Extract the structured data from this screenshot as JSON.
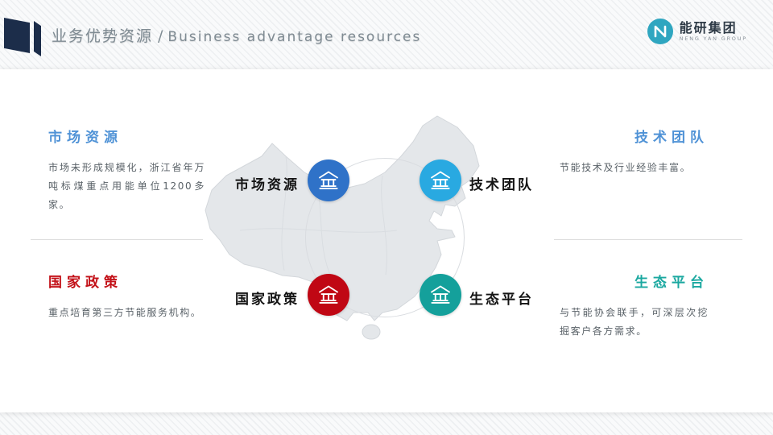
{
  "header": {
    "title_zh": "业务优势资源",
    "separator": "/",
    "title_en": "Business advantage resources",
    "logo": {
      "name_zh": "能研集团",
      "name_en": "NENG YAN GROUP",
      "icon": "logo-swoosh-icon",
      "color": "#2fa6c0"
    }
  },
  "panels": {
    "market": {
      "heading": "市场资源",
      "body": "市场未形成规模化，浙江省年万吨标煤重点用能单位1200多家。",
      "accent": "#4f92d6"
    },
    "policy": {
      "heading": "国家政策",
      "body": "重点培育第三方节能服务机构。",
      "accent": "#c31118"
    },
    "team": {
      "heading": "技术团队",
      "body": "节能技术及行业经验丰富。",
      "accent": "#4f92d6"
    },
    "platform": {
      "heading": "生态平台",
      "body": "与节能协会联手，可深层次挖掘客户各方需求。",
      "accent": "#1ba8a0"
    }
  },
  "diagram": {
    "map": "china-map",
    "nodes": [
      {
        "label": "市场资源",
        "icon": "bank-icon",
        "color": "#2f72c8",
        "position": "top-left"
      },
      {
        "label": "技术团队",
        "icon": "bank-icon",
        "color": "#29a9e1",
        "position": "top-right"
      },
      {
        "label": "国家政策",
        "icon": "bank-icon",
        "color": "#c00714",
        "position": "bottom-left"
      },
      {
        "label": "生态平台",
        "icon": "bank-icon",
        "color": "#14a09b",
        "position": "bottom-right"
      }
    ]
  }
}
